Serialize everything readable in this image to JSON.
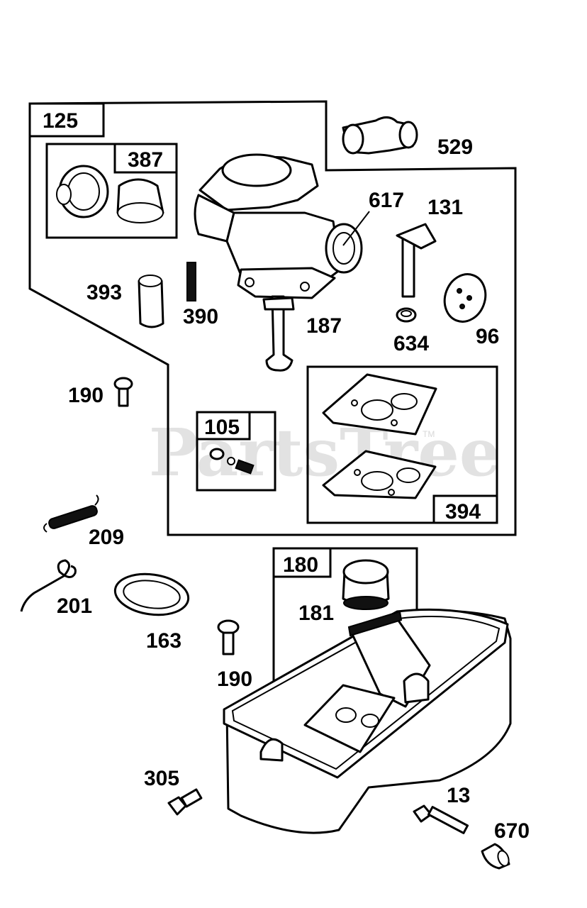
{
  "watermark": {
    "text": "PartsTree",
    "trademark": "TM"
  },
  "kit_boxes": {
    "carburetor_kit": "125",
    "overhaul_kit_387": "387",
    "needle_kit": "105",
    "gasket_kit": "394",
    "fuel_tank_kit": "180"
  },
  "part_labels": {
    "elbow": "529",
    "screw_617": "617",
    "throttle_shaft": "131",
    "pump_diaphragm": "393",
    "pin_390": "390",
    "carburetor": "187",
    "seal_634": "634",
    "diaphragm_96": "96",
    "screw_190_upper": "190",
    "governor_spring": "209",
    "link_201": "201",
    "gasket_163": "163",
    "screw_190_lower": "190",
    "fuel_cap": "181",
    "screw_305": "305",
    "bolt_13": "13",
    "spacer_670": "670"
  }
}
